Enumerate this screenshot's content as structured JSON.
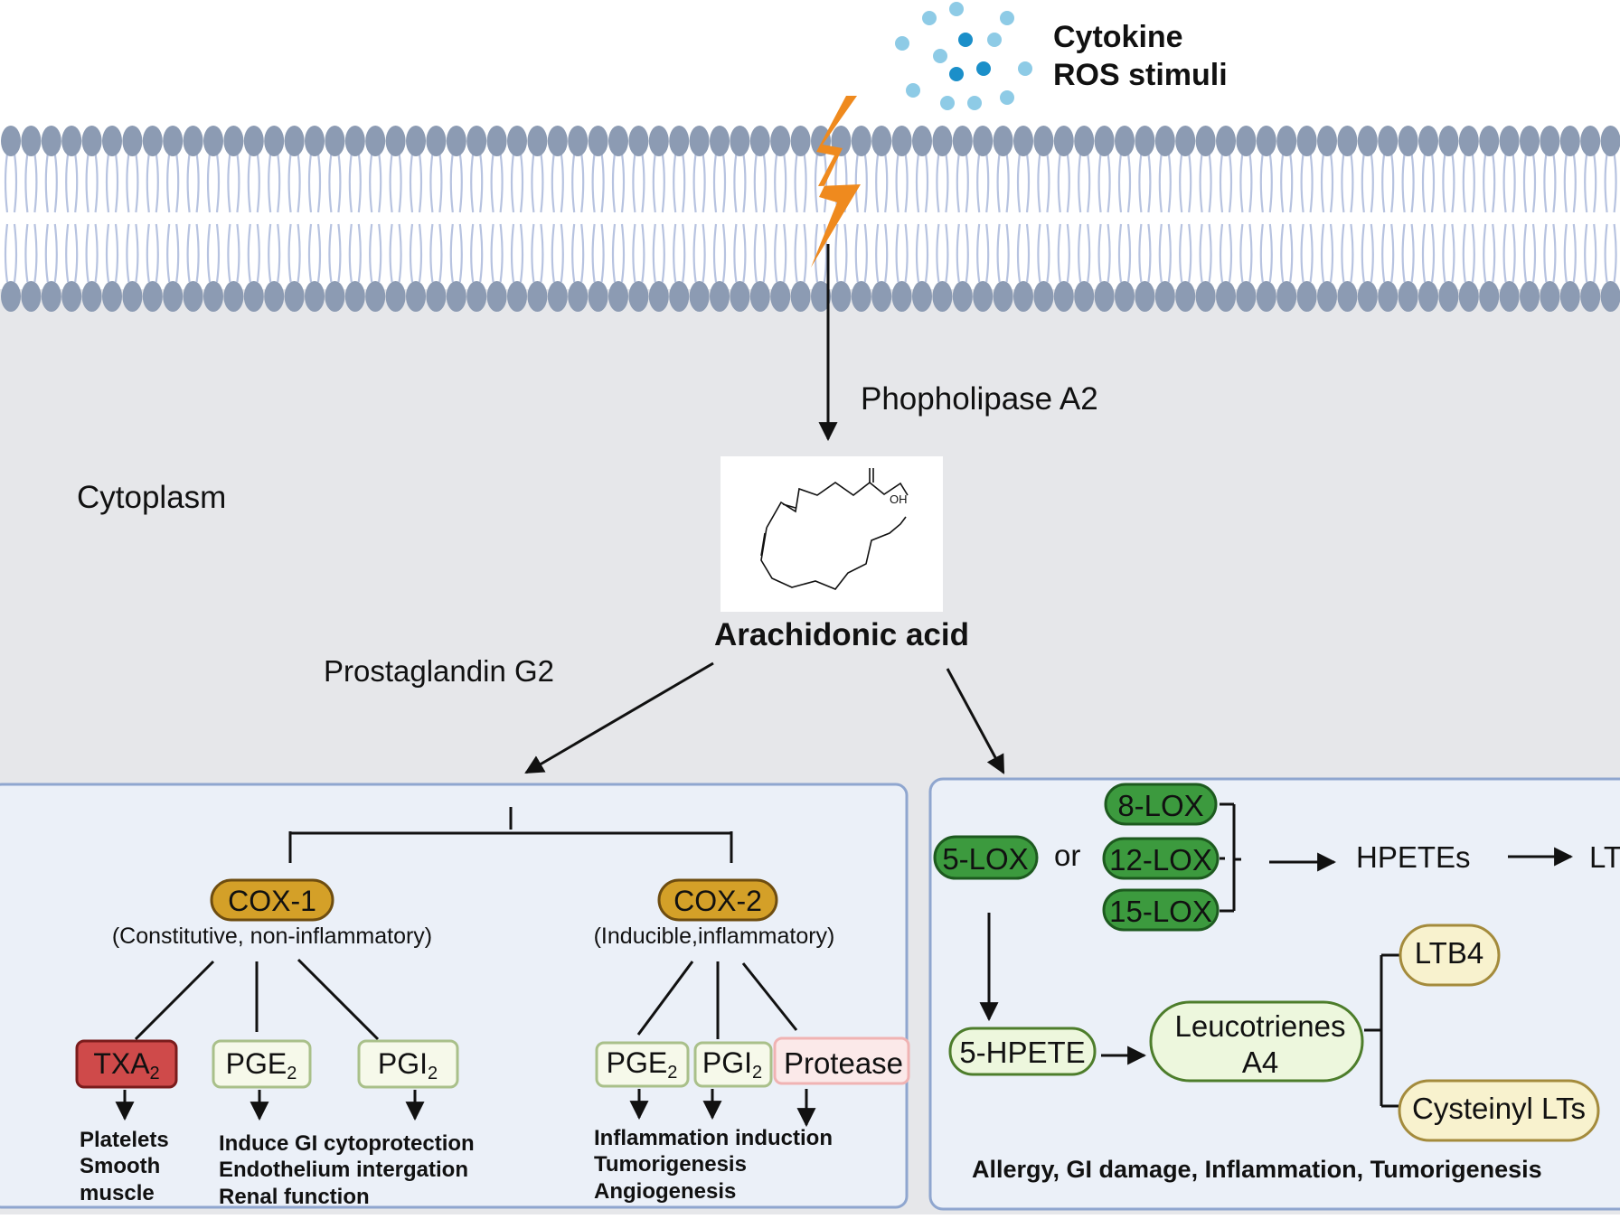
{
  "stimulus": {
    "line1": "Cytokine",
    "line2": "ROS stimuli"
  },
  "enzyme_pla2": "Phopholipase A2",
  "compartment": "Cytoplasm",
  "molecule": {
    "group_label": "OH",
    "name": "Arachidonic acid"
  },
  "cox_branch": {
    "intermediate": "Prostaglandin G2",
    "cox1": {
      "label": "COX-1",
      "note": "(Constitutive, non-inflammatory)",
      "products": [
        {
          "base": "TXA",
          "sub": "2"
        },
        {
          "base": "PGE",
          "sub": "2"
        },
        {
          "base": "PGI",
          "sub": "2"
        }
      ],
      "effects_txa2": [
        "Platelets",
        "Smooth",
        "muscle"
      ],
      "effects_pge_pgi": [
        "Induce GI cytoprotection",
        "Endothelium intergation",
        "Renal function"
      ]
    },
    "cox2": {
      "label": "COX-2",
      "note": "(Inducible,inflammatory)",
      "products": [
        {
          "base": "PGE",
          "sub": "2"
        },
        {
          "base": "PGI",
          "sub": "2"
        },
        {
          "base": "Protease",
          "sub": ""
        }
      ],
      "effects": [
        "Inflammation induction",
        "Tumorigenesis",
        "Angiogenesis"
      ]
    }
  },
  "lox_branch": {
    "five_lox": "5-LOX",
    "or_word": "or",
    "other_lox": [
      "8-LOX",
      "12-LOX",
      "15-LOX"
    ],
    "hpetes": "HPETEs",
    "lt_cut": "LT",
    "five_hpete": "5-HPETE",
    "leucotrienes": [
      "Leucotrienes",
      "A4"
    ],
    "ltb4": "LTB4",
    "cysteinyl": "Cysteinyl LTs",
    "outcomes": "Allergy, GI damage, Inflammation, Tumorigenesis"
  },
  "colors": {
    "cytoplasm": "#e6e7ea",
    "panel_fill": "#ebf0f8",
    "panel_border": "#8fa6cf",
    "membrane_head": "#8c9bb3",
    "membrane_tail": "#b7c3e0",
    "bolt": "#ef8a1e",
    "cox_fill": "#d4a028",
    "cox_border": "#6e4d10",
    "txa_fill": "#cf4a4a",
    "txa_border": "#7a1c1c",
    "pg_fill": "#f6f9ea",
    "pg_border": "#a9c08a",
    "protease_fill": "#fbe9e9",
    "protease_border": "#f0b3b3",
    "lox_fill": "#3c9a3e",
    "lox_border": "#1d5a1f",
    "hpete_fill": "#edf7dd",
    "hpete_border": "#4d7d2b",
    "lt_fill": "#f8f2ce",
    "lt_border": "#a48b3c",
    "dot_light": "#8ecbe6",
    "dot_dark": "#1b8fc9"
  }
}
